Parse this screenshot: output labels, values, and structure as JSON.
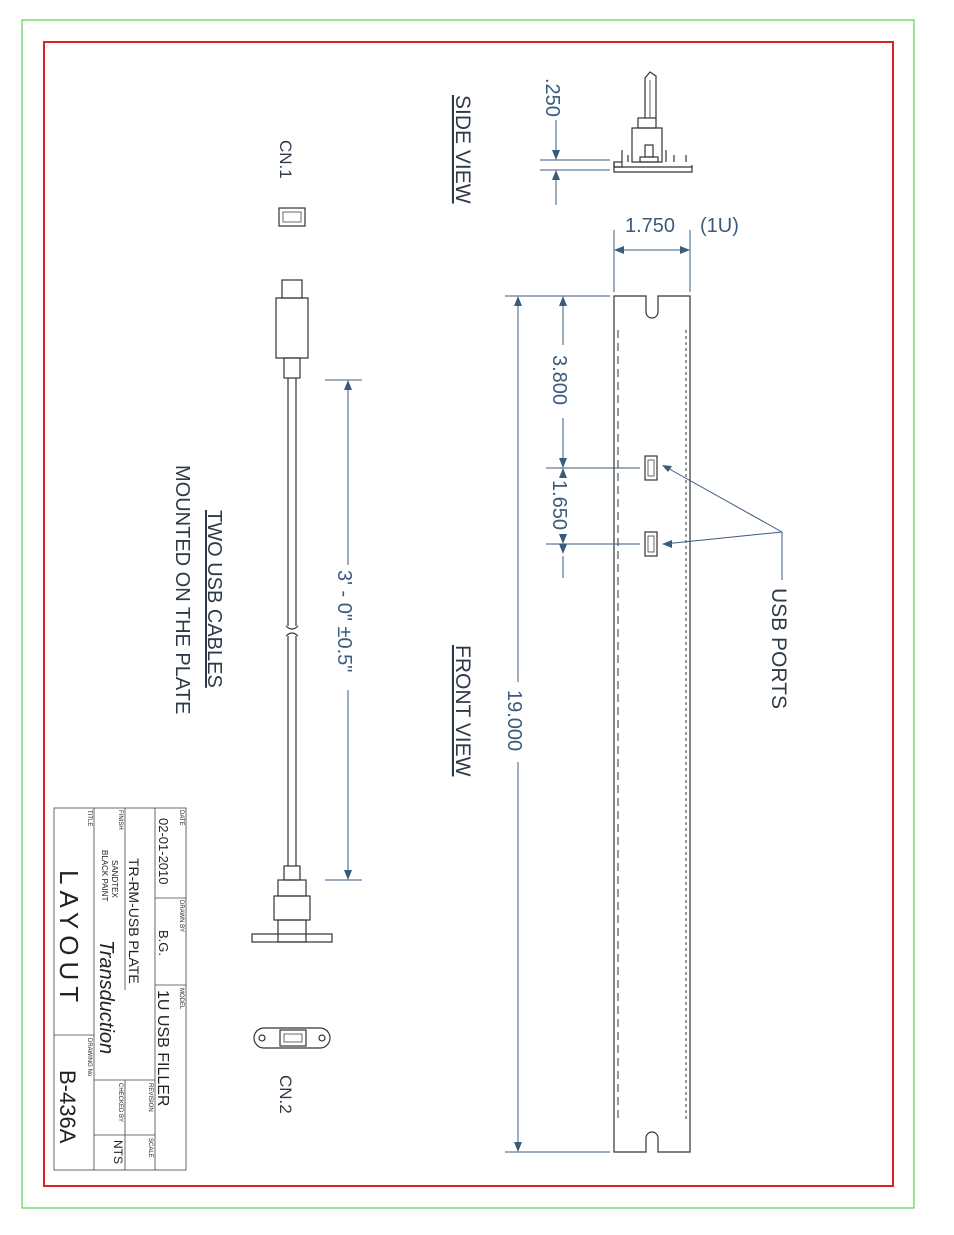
{
  "labels": {
    "side_view": "SIDE VIEW",
    "front_view": "FRONT VIEW",
    "cn1": "CN.1",
    "cn2": "CN.2",
    "usb_ports": "USB PORTS",
    "cables_line1": "TWO USB CABLES",
    "cables_line2": "MOUNTED ON THE PLATE"
  },
  "dimensions": {
    "thickness": ".250",
    "height": "1.750",
    "height_note": "(1U)",
    "port1_offset": "3.800",
    "port_spacing": "1.650",
    "length": "19.000",
    "cable_length": "3' - 0\" ±0.5\""
  },
  "title_block": {
    "date_label": "DATE",
    "date": "02-01-2010",
    "drawn_by_label": "DRAWN BY",
    "drawn_by": "B.G.",
    "model_label": "MODEL",
    "model": "1U USB FILLER",
    "part": "TR-RM-USB PLATE",
    "finish_label": "FINISH",
    "finish_line1": "SANDTEX",
    "finish_line2": "BLACK PAINT",
    "company": "Transduction",
    "revision_label": "REVISION",
    "scale_label": "SCALE",
    "scale": "NTS",
    "checked_by_label": "CHECKED BY",
    "title_label": "TITLE",
    "title": "LAYOUT",
    "drawing_no_label": "DRAWING No",
    "drawing_no": "B-436A"
  },
  "colors": {
    "outer_border": "#33cc33",
    "inner_border": "#e02020",
    "dimension": "#3b5b7d",
    "ink": "#333333"
  }
}
